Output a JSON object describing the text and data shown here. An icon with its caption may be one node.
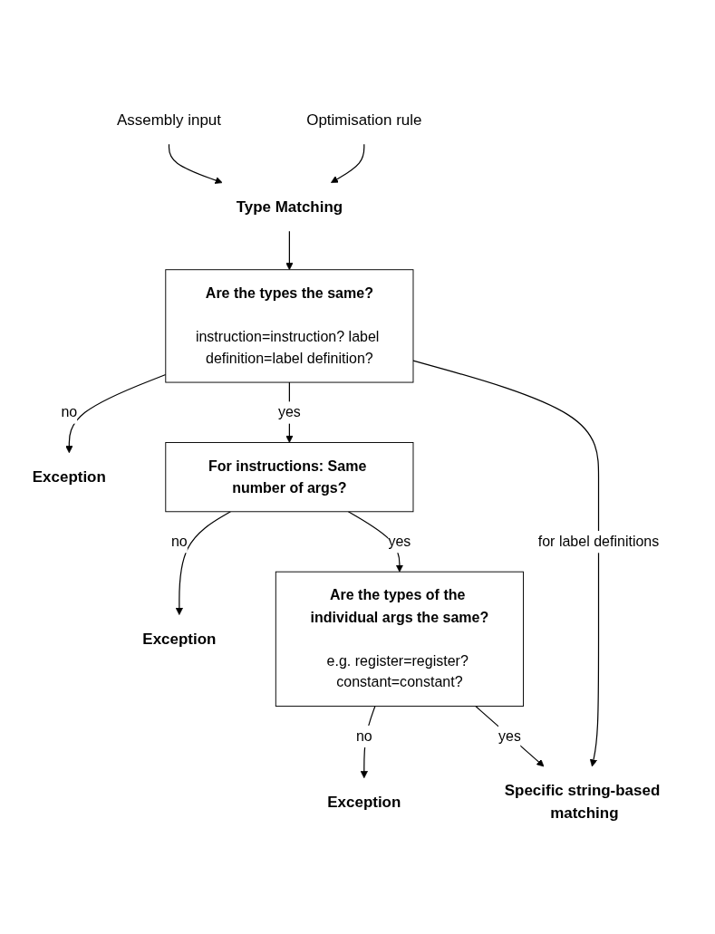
{
  "diagram": {
    "nodes": [
      {
        "text": [
          "Assembly input"
        ]
      },
      {
        "text": [
          "Optimisation rule"
        ]
      },
      {
        "text": [
          "Type Matching"
        ]
      },
      {
        "text": [
          "Are the types the same?",
          "instruction=instruction? label definition=label definition?"
        ]
      },
      {
        "text": [
          "Exception"
        ]
      },
      {
        "text": [
          "For instructions: Same number of args?"
        ]
      },
      {
        "text": [
          "Exception"
        ]
      },
      {
        "text": [
          "Are the types of the individual args the same?",
          "e.g. register=register? constant=constant?"
        ]
      },
      {
        "text": [
          "Exception"
        ]
      },
      {
        "text": [
          "Specific string-based matching"
        ]
      }
    ],
    "edges": [
      {
        "from": 0,
        "to": 2,
        "arrow": "to"
      },
      {
        "from": 1,
        "to": 2,
        "arrow": "to"
      },
      {
        "from": 2,
        "to": 3,
        "arrow": "to"
      },
      {
        "from": 3,
        "to": 4,
        "arrow": "to",
        "label": "no"
      },
      {
        "from": 3,
        "to": 5,
        "arrow": "to",
        "label": "yes"
      },
      {
        "from": 5,
        "to": 6,
        "arrow": "to",
        "label": "no"
      },
      {
        "from": 5,
        "to": 7,
        "arrow": "to",
        "label": "yes"
      },
      {
        "from": 7,
        "to": 8,
        "arrow": "to",
        "label": "no"
      },
      {
        "from": 7,
        "to": 9,
        "arrow": "to",
        "label": "yes"
      },
      {
        "from": 3,
        "to": 9,
        "arrow": "to",
        "label": "for label definitions"
      }
    ]
  }
}
